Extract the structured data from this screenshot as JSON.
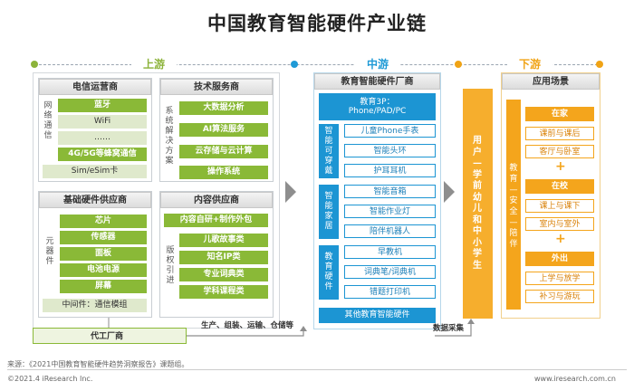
{
  "title": "中国教育智能硬件产业链",
  "stages": {
    "up": "上游",
    "mid": "中游",
    "down": "下游"
  },
  "telecom": {
    "header": "电信运营商",
    "side": "网络通信",
    "items": [
      "蓝牙",
      "WiFi",
      "……",
      "4G/5G等蜂窝通信"
    ],
    "wide": "Sim/eSim卡"
  },
  "tech": {
    "header": "技术服务商",
    "side": "系统解决方案",
    "items": [
      "大数据分析",
      "AI算法服务",
      "云存储与云计算",
      "操作系统"
    ]
  },
  "hardware": {
    "header": "基础硬件供应商",
    "side": "元器件",
    "items": [
      "芯片",
      "传感器",
      "面板",
      "电池电源",
      "屏幕"
    ],
    "middleware": "中间件：通信模组"
  },
  "content": {
    "header": "内容供应商",
    "top": "内容自研+制作外包",
    "side": "版权引进",
    "items": [
      "儿歌故事类",
      "知名IP类",
      "专业词典类",
      "学科课程类"
    ]
  },
  "oem": {
    "label": "代工厂商",
    "flow": "生产、组装、运输、仓储等"
  },
  "maker": {
    "header": "教育智能硬件厂商",
    "edu3p": "教育3P：",
    "edu3p_sub": "Phone/PAD/PC",
    "groups": [
      {
        "side": "智能可穿戴",
        "items": [
          "儿童Phone手表",
          "智能头环",
          "护耳耳机"
        ]
      },
      {
        "side": "智能家居",
        "items": [
          "智能音箱",
          "智能作业灯",
          "陪伴机器人"
        ]
      },
      {
        "side": "教育硬件",
        "items": [
          "早教机",
          "词典笔/词典机",
          "错题打印机"
        ]
      }
    ],
    "other": "其他教育智能硬件"
  },
  "data_collect": "数据采集",
  "users": "用户—学前幼儿和中小学生",
  "scene": {
    "header": "应用场景",
    "side": "教育—安全—陪伴",
    "groups": [
      {
        "name": "在家",
        "items": [
          "课前与课后",
          "客厅与卧室"
        ]
      },
      {
        "name": "在校",
        "items": [
          "课上与课下",
          "室内与室外"
        ]
      },
      {
        "name": "外出",
        "items": [
          "上学与放学",
          "补习与游玩"
        ]
      }
    ],
    "plus": "+"
  },
  "footer": {
    "source": "来源：《2021中国教育智能硬件趋势洞察报告》课题组。",
    "copyright": "©2021.4 iResearch Inc.",
    "site": "www.iresearch.com.cn"
  }
}
